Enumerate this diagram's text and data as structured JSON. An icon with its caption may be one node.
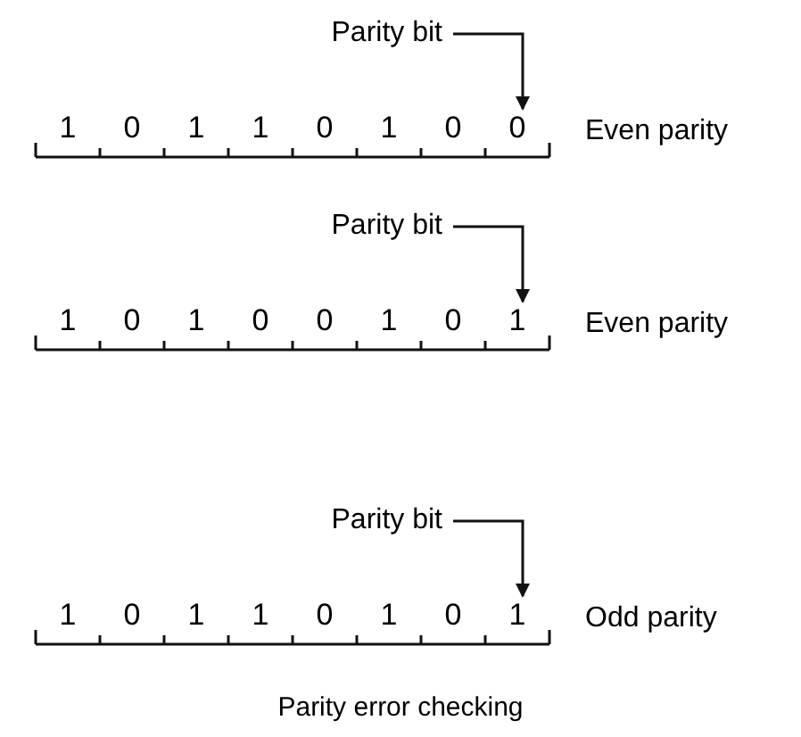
{
  "diagram": {
    "caption": "Parity error checking",
    "nodes": [
      {
        "text": [
          "Parity bit"
        ]
      },
      {
        "text": [
          "0"
        ]
      },
      {
        "text": [
          "Parity bit"
        ]
      },
      {
        "text": [
          "1"
        ]
      },
      {
        "text": [
          "Parity bit"
        ]
      },
      {
        "text": [
          "1"
        ]
      }
    ],
    "edges": [
      {
        "from": 0,
        "to": 1,
        "arrow": "to"
      },
      {
        "from": 2,
        "to": 3,
        "arrow": "to"
      },
      {
        "from": 4,
        "to": 5,
        "arrow": "to"
      }
    ],
    "labels": [
      "1",
      "0",
      "1",
      "1",
      "0",
      "1",
      "0",
      "Even parity",
      "1",
      "0",
      "1",
      "0",
      "0",
      "1",
      "0",
      "Even parity",
      "1",
      "0",
      "1",
      "1",
      "0",
      "1",
      "0",
      "Odd parity"
    ]
  }
}
